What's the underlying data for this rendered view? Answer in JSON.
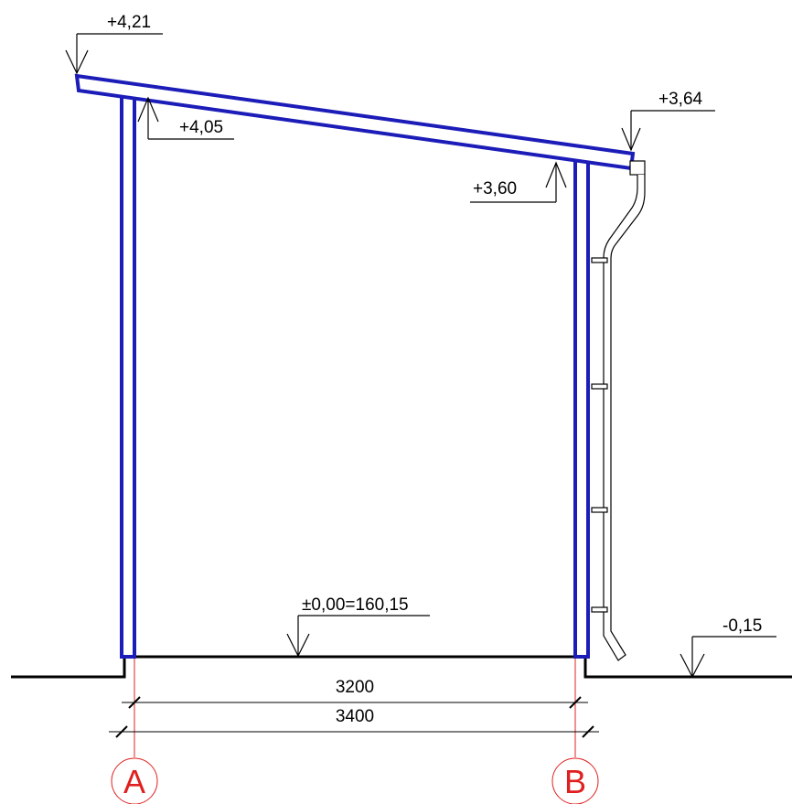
{
  "colors": {
    "wall": "#1c1cb8",
    "wall_fill": "#ffffff",
    "line": "#000000",
    "axis": "#e02020"
  },
  "elevations": {
    "roof_top_left": "+4,21",
    "wall_top_left": "+4,05",
    "roof_top_right": "+3,64",
    "wall_top_right": "+3,60",
    "floor": "±0,00=160,15",
    "ground": "-0,15"
  },
  "dimensions": {
    "inner": "3200",
    "outer": "3400"
  },
  "axes": {
    "left": "A",
    "right": "B"
  }
}
